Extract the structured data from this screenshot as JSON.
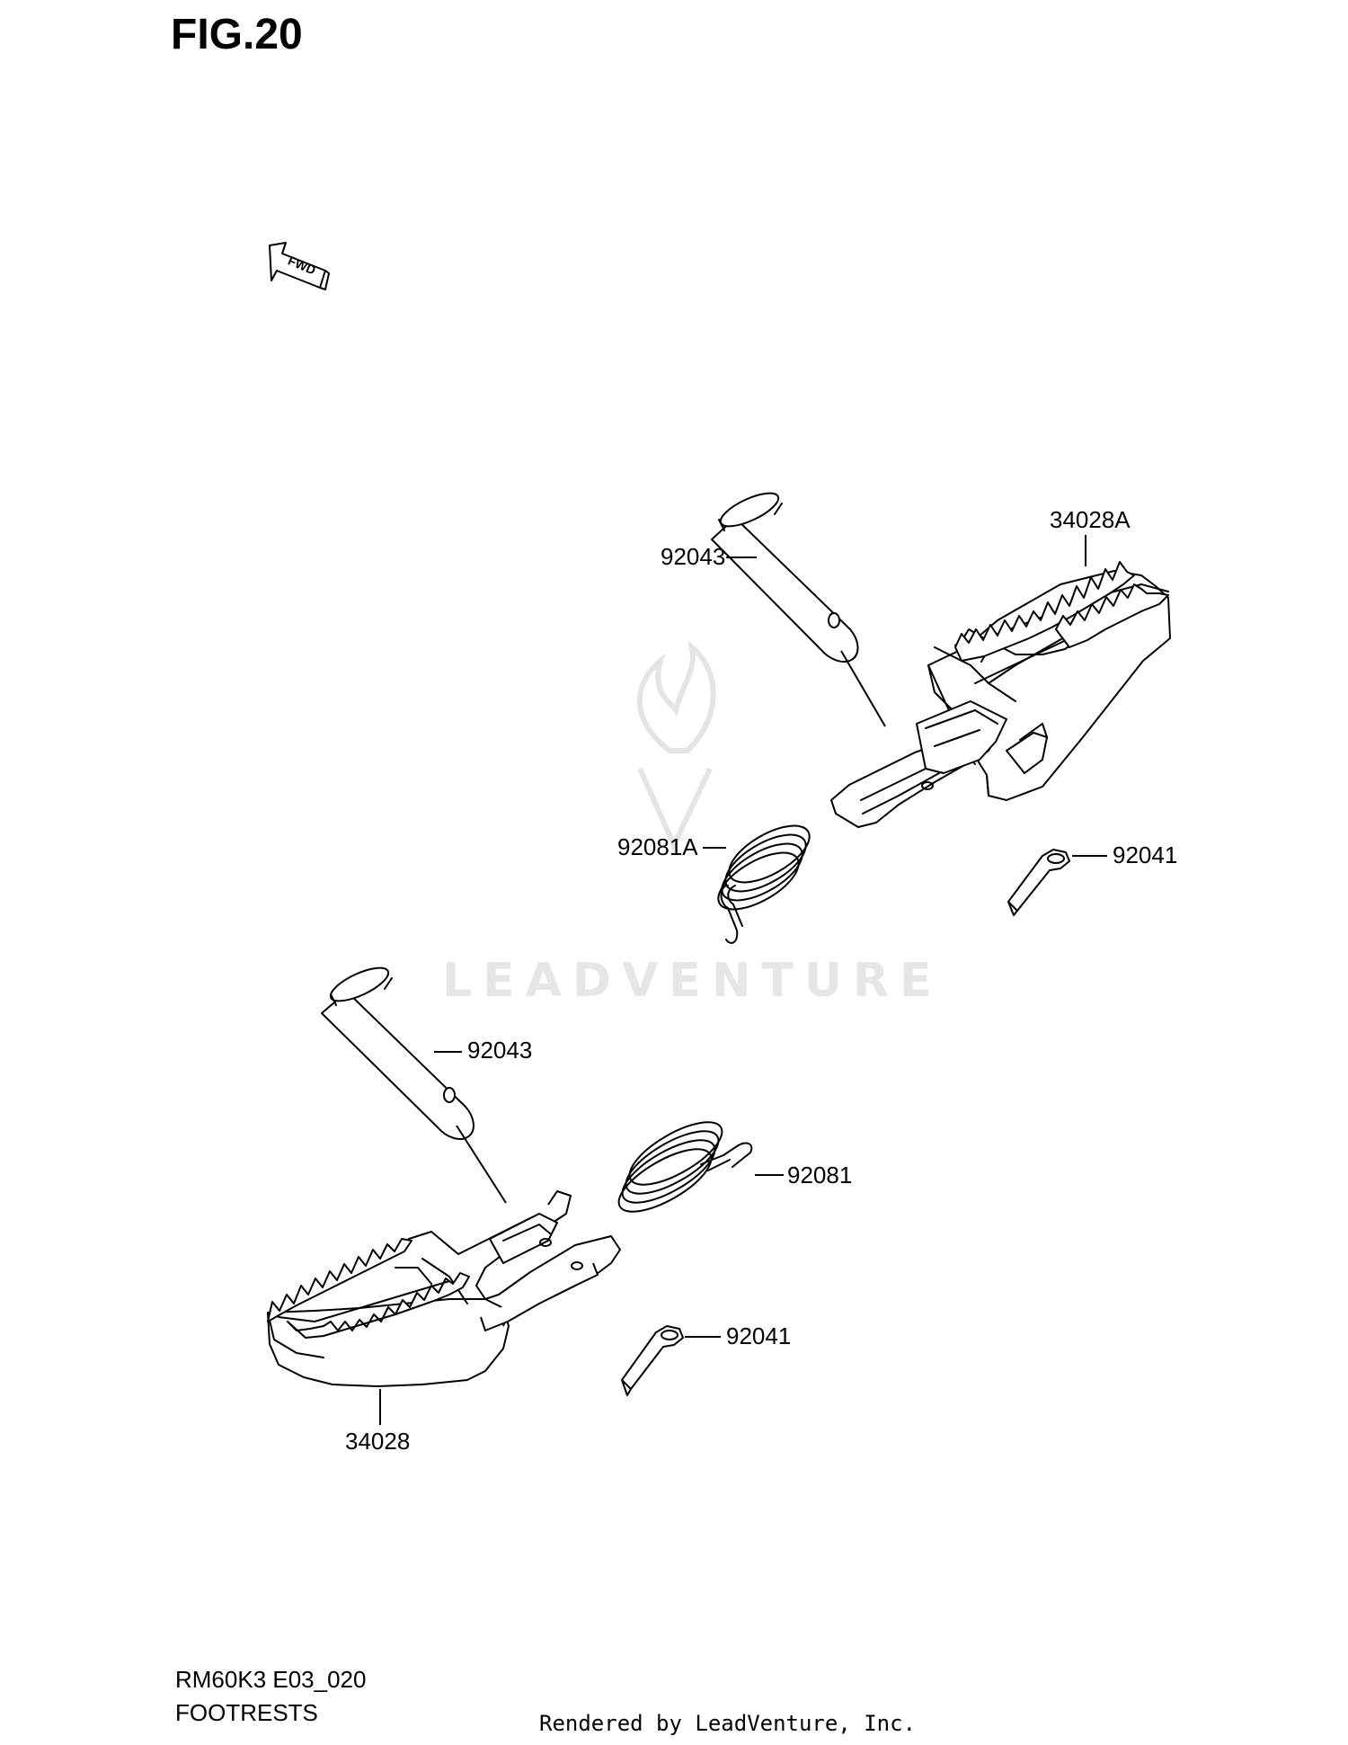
{
  "figure": {
    "title": "FIG.20"
  },
  "fwd_indicator": {
    "text": "FWD",
    "icon": "fwd-arrow-icon"
  },
  "watermark": {
    "text": "LEADVENTURE",
    "icon": "leadventure-flame-logo"
  },
  "callouts": {
    "upper_pin": "92043",
    "upper_footrest": "34028A",
    "upper_spring": "92081A",
    "upper_cotter": "92041",
    "lower_pin": "92043",
    "lower_spring": "92081",
    "lower_cotter": "92041",
    "lower_footrest": "34028"
  },
  "footer": {
    "code": "RM60K3 E03_020",
    "section": "FOOTRESTS",
    "rendered_by": "Rendered by LeadVenture, Inc."
  }
}
